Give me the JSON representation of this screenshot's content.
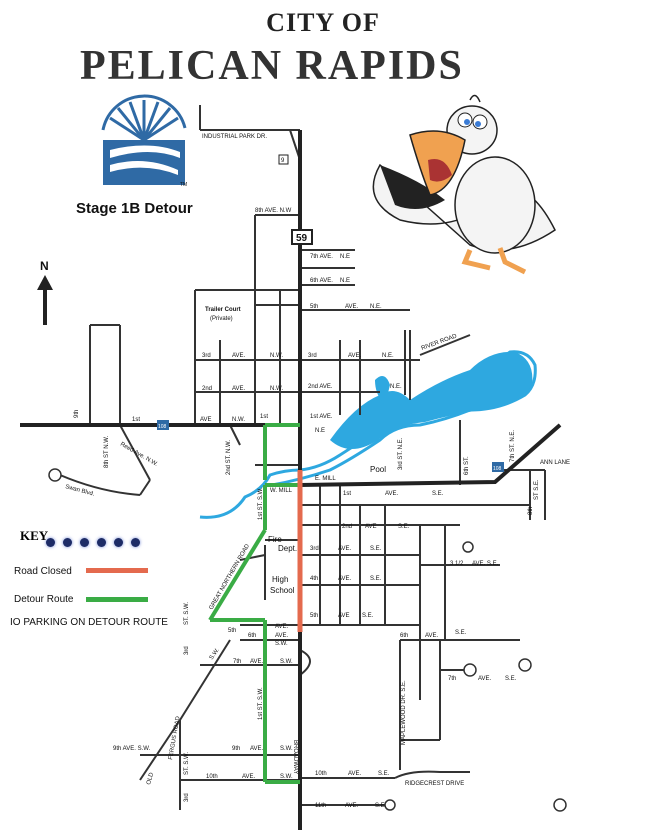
{
  "header": {
    "city_of": "CITY OF",
    "city_name": "PELICAN RAPIDS",
    "stage": "Stage 1B Detour"
  },
  "key": {
    "title": "KEY",
    "road_closed": {
      "label": "Road Closed",
      "color": "#e46a4e"
    },
    "detour_route": {
      "label": "Detour Route",
      "color": "#3aac45"
    },
    "parking_note": "IO PARKING ON DETOUR ROUTE"
  },
  "colors": {
    "water": "#2ea8e0",
    "road": "#333333",
    "logo": "#2f6aa5"
  },
  "icons": {
    "north_arrow": "north-arrow-icon",
    "logo": "city-logo-icon",
    "mascot": "pelican-mascot-icon"
  },
  "map_labels": {
    "north": "N",
    "industrial_park": "INDUSTRIAL PARK DR.",
    "hwy9": "9",
    "hwy59": "59",
    "hwy108_w": "108",
    "hwy108_e": "108",
    "ave8_nw": "8th AVE. N.W",
    "ave7_ne": "7th AVE.",
    "ave7_ne2": "N.E",
    "ave6_ne": "6th AVE.",
    "ave6_ne2": "N.E",
    "ave5": "5th",
    "ave5_ave": "AVE.",
    "ave5_ne": "N.E.",
    "trailer_court": "Trailer Court",
    "trailer_private": "(Private)",
    "nw_top": "N.W.",
    "ave3_w": "3rd",
    "ave3_ave": "AVE.",
    "ave3_nw": "N.W.",
    "ave3_e": "3rd",
    "ave3_eave": "AVE.",
    "ave3_ne": "N.E.",
    "st_ne_top": "ST. N.E.",
    "river_road": "RIVER ROAD",
    "ave2_w": "2nd",
    "ave2_ave": "AVE.",
    "ave2_nw": "N.W.",
    "ave2_e": "2nd AVE.",
    "ave2_ne": "N.E.",
    "ne_small": "N.E.",
    "st_left": "ST.",
    "st_left2": "ST.",
    "st_left3": "ST.",
    "nw_left": "N.W.",
    "ninth": "9th",
    "first_w": "1st",
    "ave1_ave": "AVE",
    "ave1_nw": "N.W.",
    "first_st": "1st",
    "ave1_ne": "1st AVE.",
    "ne_mid": "N.E",
    "st_ne3": "3rd ST. N.E.",
    "first_st_ne": "1st",
    "st_ne_v": "ST.",
    "third_w": "3rd",
    "eighth_st_nw": "8th ST N.W.",
    "reed_ave": "Reed Ave. N.W.",
    "swan_blvd": "Swan Blvd.",
    "second_st_nw": "2nd ST. N.W.",
    "pool": "Pool",
    "e_mill": "E. MILL",
    "w_mill": "W. MILL",
    "sixth_st": "6th ST.",
    "seventh_st_ne": "7th ST. N.E.",
    "ann_lane": "ANN LANE",
    "first_ave_se": "1st",
    "ave_se1": "AVE.",
    "se1": "S.E.",
    "st_se_r": "ST S.E.",
    "eighth": "8th",
    "first_st_sw": "1st ST. S.W.",
    "second": "2nd",
    "ave_se2": "AVE",
    "se2": "S.E.",
    "fire_dept": "Fire",
    "fire_dept2": "Dept.",
    "third_ave": "3rd",
    "ave_se3": "AVE.",
    "se3": "S.E.",
    "great_northern": "GREAT NORTHERN ROAD",
    "three_half": "3 1/2",
    "ave_se35": "AVE. S.E.",
    "high_school": "High",
    "high_school2": "School",
    "fourth": "4th",
    "ave_se4": "AVE.",
    "se4": "S.E.",
    "fifth_sw": "5th",
    "ave_sw5": "AVE.",
    "fifth_e": "5th",
    "ave_se5": "AVE",
    "se5": "S.E.",
    "sixth_w": "6th",
    "ave_sw6": "AVE.",
    "sw6": "S.W.",
    "sixth_e": "6th",
    "ave_se6": "AVE.",
    "se6": "S.E.",
    "st_sw_l": "ST. S.W.",
    "third_l": "3rd",
    "sw_road": "S.W.",
    "seventh_w": "7th",
    "ave_sw7": "AVE.",
    "sw7": "S.W.",
    "maplewood": "MAPLEWOOD DR. S.E.",
    "seventh_e": "7th",
    "ave_se7": "AVE.",
    "se7": "S.E.",
    "fergus_road": "FERGUS ROAD",
    "first_st_sw2": "1st ST. S.W.",
    "broadway": "BROADWAY",
    "ninth_sw": "9th AVE. S.W.",
    "ninth_b": "9th",
    "ave_sw9": "AVE.",
    "sw9": "S.W.",
    "old": "OLD",
    "st_sw_old": "ST. S.W.",
    "tenth_w": "10th",
    "ave_sw10": "AVE.",
    "sw10": "S.W.",
    "tenth_e": "10th",
    "ave_se10": "AVE.",
    "se10": "S.E.",
    "ridgecrest": "RIDGECREST DRIVE",
    "third_bottom": "3rd",
    "eleventh": "11th",
    "ave_se11": "AVE.",
    "se11": "S.E."
  }
}
